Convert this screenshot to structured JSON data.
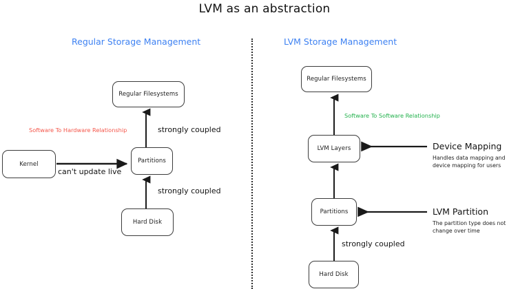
{
  "page": {
    "title": "LVM as an abstraction",
    "background": "#ffffff"
  },
  "colors": {
    "heading_blue": "#3d81f2",
    "relationship_red": "#f4564a",
    "relationship_green": "#22b14c",
    "stroke": "#3b3b3b",
    "text": "#121212"
  },
  "left_column": {
    "heading": "Regular Storage Management",
    "nodes": {
      "filesystems": "Regular Filesystems",
      "partitions": "Partitions",
      "hard_disk": "Hard Disk",
      "kernel": "Kernel"
    },
    "edge_labels": {
      "fs_to_partitions": "strongly coupled",
      "disk_to_partitions": "strongly coupled",
      "kernel_to_partitions": "can't update live"
    },
    "relationship_caption": "Software To Hardware Relationship"
  },
  "right_column": {
    "heading": "LVM Storage Management",
    "nodes": {
      "filesystems": "Regular Filesystems",
      "lvm_layers": "LVM Layers",
      "partitions": "Partitions",
      "hard_disk": "Hard Disk"
    },
    "edge_labels": {
      "disk_to_partitions": "strongly coupled"
    },
    "relationship_caption": "Software To Software Relationship",
    "annotations": [
      {
        "title": "Device Mapping",
        "description_line1": "Handles data mapping and",
        "description_line2": "device mapping for users"
      },
      {
        "title": "LVM Partition",
        "description_line1": "The partition type does not",
        "description_line2": "change over time"
      }
    ]
  },
  "divider": {
    "style": "dotted-vertical"
  }
}
